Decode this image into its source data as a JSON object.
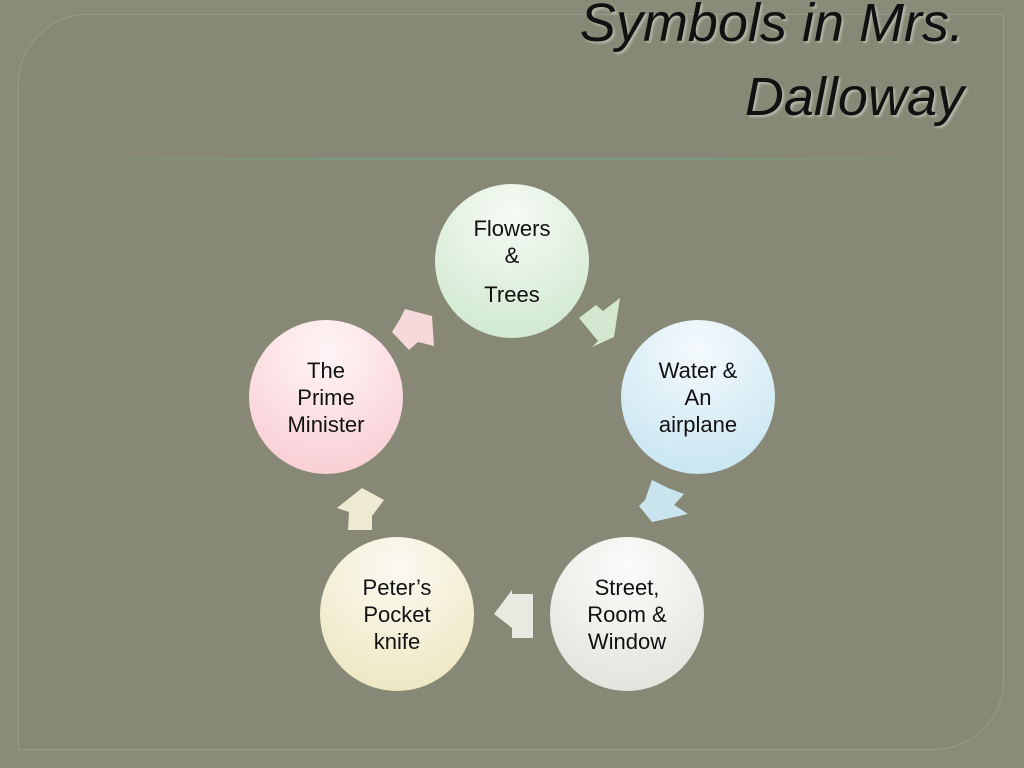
{
  "slide": {
    "title_line1": "Symbols in Mrs.",
    "title_line2": "Dalloway"
  },
  "cycle": {
    "nodes": [
      {
        "lines": [
          "Flowers",
          "&",
          "Trees"
        ],
        "color": "#cfe8cf"
      },
      {
        "lines": [
          "Water &",
          "An",
          "airplane"
        ],
        "color": "#c7e5f1"
      },
      {
        "lines": [
          "Street,",
          "Room &",
          "Window"
        ],
        "color": "#e3e3dc"
      },
      {
        "lines": [
          "Peter’s",
          "Pocket",
          "knife"
        ],
        "color": "#ede6c0"
      },
      {
        "lines": [
          "The",
          "Prime",
          "Minister"
        ],
        "color": "#f8cdd3"
      }
    ],
    "arrow_colors": [
      "#d7ecd6",
      "#cde9f4",
      "#eeeee8",
      "#f3eed6",
      "#fbdde0"
    ]
  }
}
